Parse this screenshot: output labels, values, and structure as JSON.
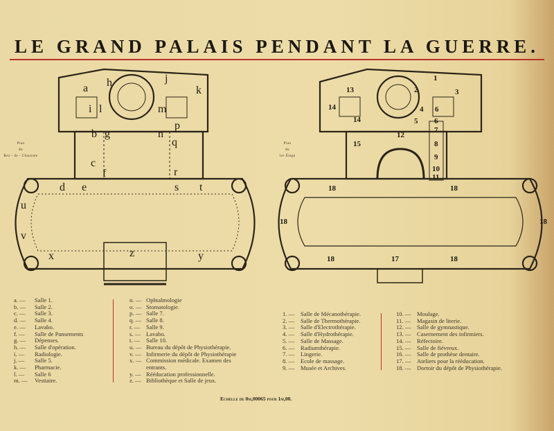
{
  "title": "LE GRAND PALAIS PENDANT LA GUERRE.",
  "ground_floor": {
    "caption": [
      "Plan",
      "du",
      "Rez - de - Chaussée"
    ],
    "labels": [
      "a",
      "h",
      "j",
      "k",
      "i",
      "l",
      "m",
      "b",
      "g",
      "n",
      "p",
      "q",
      "c",
      "f",
      "r",
      "d",
      "e",
      "s",
      "t",
      "u",
      "v",
      "x",
      "z",
      "y"
    ]
  },
  "first_floor": {
    "caption": [
      "Plan",
      "du",
      "1er Étage"
    ],
    "labels": [
      "13",
      "1",
      "2",
      "3",
      "14",
      "14",
      "4",
      "6",
      "5",
      "6",
      "7",
      "12",
      "15",
      "8",
      "9",
      "10",
      "11",
      "18",
      "18",
      "18",
      "18",
      "18",
      "17",
      "18"
    ]
  },
  "legend_ground": {
    "col1": [
      [
        "a. —",
        "Salle 1."
      ],
      [
        "b. —",
        "Salle 2."
      ],
      [
        "c. —",
        "Salle 3."
      ],
      [
        "d. —",
        "Salle 4."
      ],
      [
        "e. —",
        "Lavabo."
      ],
      [
        "f. —",
        "Salle de Pansements"
      ],
      [
        "g. —",
        "Dépenses."
      ],
      [
        "h. —",
        "Salle d'opération."
      ],
      [
        "i. —",
        "Radiologie."
      ],
      [
        "j. —",
        "Salle 5."
      ],
      [
        "k. —",
        "Pharmacie."
      ],
      [
        "l. —",
        "Salle 6"
      ],
      [
        "m. —",
        "Vestiaire."
      ]
    ],
    "col2": [
      [
        "n. —",
        "Ophtalmologie"
      ],
      [
        "o. —",
        "Stomatologie."
      ],
      [
        "p. —",
        "Salle 7."
      ],
      [
        "q. —",
        "Salle 8."
      ],
      [
        "r. —",
        "Salle 9."
      ],
      [
        "s. —",
        "Lavabo."
      ],
      [
        "t. —",
        "Salle 10."
      ],
      [
        "u. —",
        "Bureau du dépôt de Physiothérapie."
      ],
      [
        "v. —",
        "Infirmerie du dépôt de Physiothérapie"
      ],
      [
        "x. —",
        "Commission médicale. Examen des"
      ],
      [
        "",
        "entrants."
      ],
      [
        "y. —",
        "Rééducation professionnelle."
      ],
      [
        "z. —",
        "Bibliothèque et Salle de jeux."
      ]
    ]
  },
  "legend_first": {
    "col1": [
      [
        "1. —",
        "Salle de Mécanothérapie."
      ],
      [
        "2. —",
        "Salle de Thermothérapie."
      ],
      [
        "3. —",
        "Salle d'Electrothérapie."
      ],
      [
        "4. —",
        "Salle d'Hydrothérapie."
      ],
      [
        "5. —",
        "Salle de Massage."
      ],
      [
        "6. —",
        "Radiumthérapie."
      ],
      [
        "7. —",
        "Lingerie."
      ],
      [
        "8. —",
        "Ecole de massage."
      ],
      [
        "9. —",
        "Musée et Archives."
      ]
    ],
    "col2": [
      [
        "10. —",
        "Moulage."
      ],
      [
        "11. —",
        "Magasin de literie."
      ],
      [
        "12. —",
        "Salle de gymnastique."
      ],
      [
        "13. —",
        "Casernement des infirmiers."
      ],
      [
        "14. —",
        "Réfectoire."
      ],
      [
        "15. —",
        "Salle de fiévreux."
      ],
      [
        "16. —",
        "Salle de prothèse dentaire."
      ],
      [
        "17. —",
        "Ateliers pour la rééducation."
      ],
      [
        "18. —",
        "Dortoir du dépôt de Physiothérapie."
      ]
    ]
  },
  "scale": "Echelle de 0m,00065 pour 1m,00."
}
